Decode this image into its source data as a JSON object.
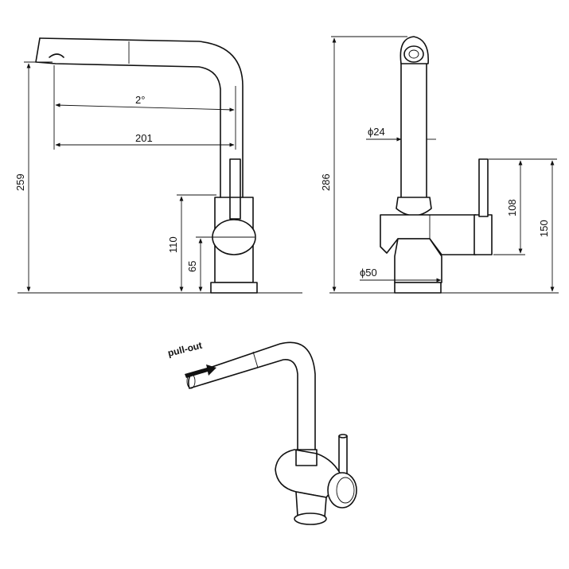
{
  "front_view": {
    "dim_angle": "2°",
    "dim_reach": "201",
    "dim_total_height": "259",
    "dim_lever_height": "110",
    "dim_body_height": "65"
  },
  "side_view": {
    "dim_spout_diameter": "ϕ24",
    "dim_total_height": "286",
    "dim_lever_height": "108",
    "dim_body_height": "150",
    "dim_base_diameter": "ϕ50"
  },
  "perspective_view": {
    "pull_out_label": "pull-out"
  }
}
